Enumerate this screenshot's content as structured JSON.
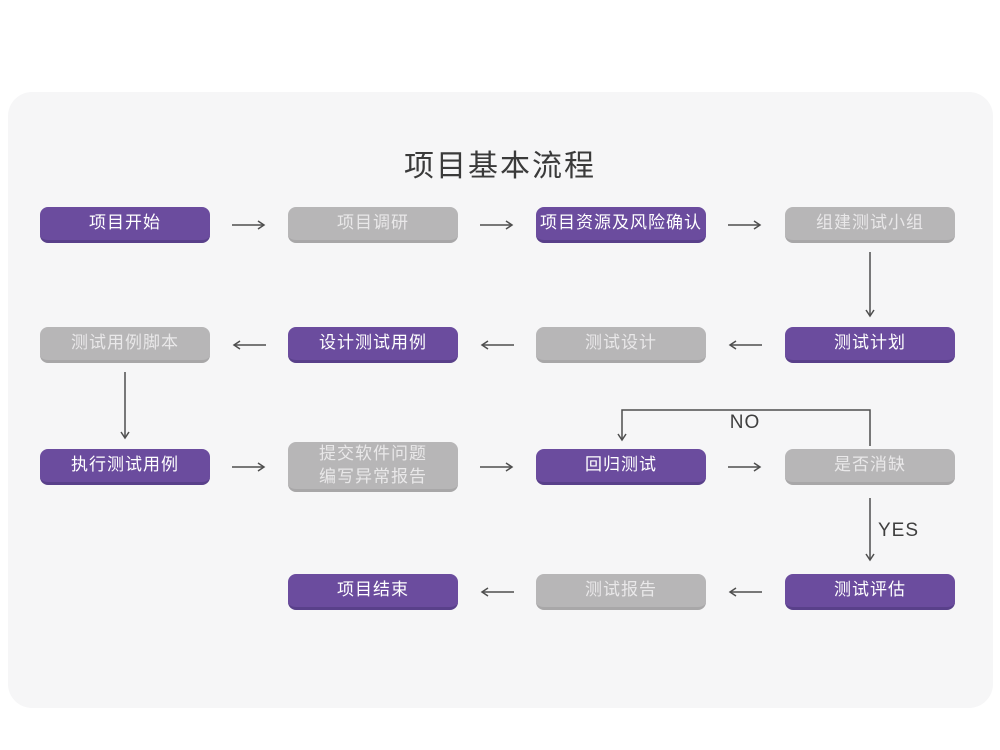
{
  "title": "项目基本流程",
  "colors": {
    "purple": "#6B4C9E",
    "purple_dark": "#59408A",
    "gray": "#B7B6B7",
    "gray_dark": "#A8A7A8",
    "card_bg": "#F6F6F7",
    "arrow": "#4F4F4F",
    "title_color": "#3A3A3A",
    "gray_text": "#E9E8E9",
    "label_color": "#3F3F3F"
  },
  "nodes": [
    {
      "id": "project-start",
      "label": "项目开始",
      "type": "purple"
    },
    {
      "id": "project-research",
      "label": "项目调研",
      "type": "gray"
    },
    {
      "id": "resources-risk-confirm",
      "label": "项目资源及风险确认",
      "type": "purple"
    },
    {
      "id": "build-test-team",
      "label": "组建测试小组",
      "type": "gray"
    },
    {
      "id": "test-case-script",
      "label": "测试用例脚本",
      "type": "gray"
    },
    {
      "id": "design-test-cases",
      "label": "设计测试用例",
      "type": "purple"
    },
    {
      "id": "test-design",
      "label": "测试设计",
      "type": "gray"
    },
    {
      "id": "test-plan",
      "label": "测试计划",
      "type": "purple"
    },
    {
      "id": "execute-test-cases",
      "label": "执行测试用例",
      "type": "purple"
    },
    {
      "id": "submit-issue-report",
      "label": "提交软件问题\n编写异常报告",
      "type": "gray"
    },
    {
      "id": "regression-test",
      "label": "回归测试",
      "type": "purple"
    },
    {
      "id": "defect-resolved",
      "label": "是否消缺",
      "type": "gray"
    },
    {
      "id": "project-end",
      "label": "项目结束",
      "type": "purple"
    },
    {
      "id": "test-report",
      "label": "测试报告",
      "type": "gray"
    },
    {
      "id": "test-evaluation",
      "label": "测试评估",
      "type": "purple"
    }
  ],
  "edge_labels": {
    "no": "NO",
    "yes": "YES"
  }
}
